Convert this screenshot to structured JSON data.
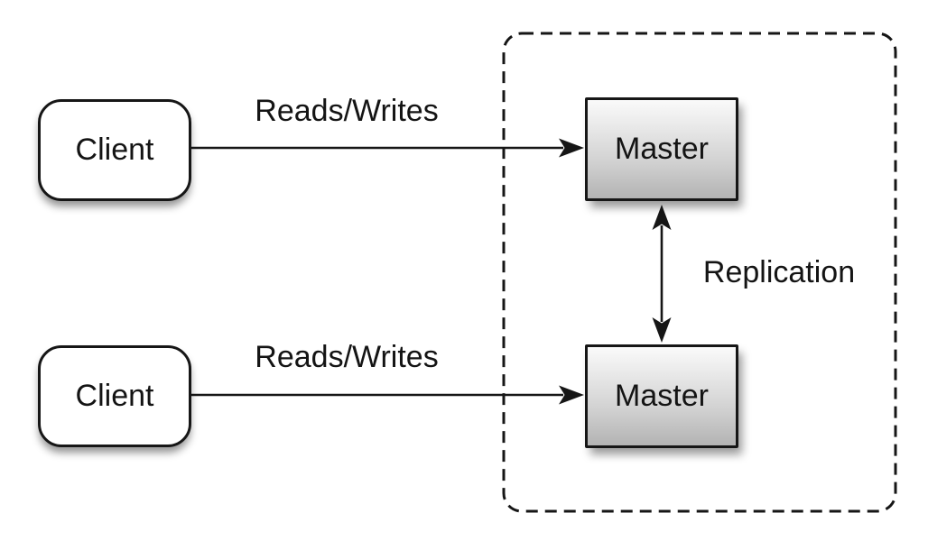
{
  "diagram": {
    "nodes": {
      "client_top": {
        "label": "Client"
      },
      "client_bottom": {
        "label": "Client"
      },
      "master_top": {
        "label": "Master"
      },
      "master_bottom": {
        "label": "Master"
      }
    },
    "edges": {
      "reads_writes_top": {
        "label": "Reads/Writes"
      },
      "reads_writes_bottom": {
        "label": "Reads/Writes"
      },
      "replication": {
        "label": "Replication"
      }
    },
    "colors": {
      "background": "#ffffff",
      "stroke": "#161616",
      "client_fill": "#ffffff",
      "master_fill_top": "#fafafa",
      "master_fill_bottom": "#b3b3b3"
    }
  }
}
